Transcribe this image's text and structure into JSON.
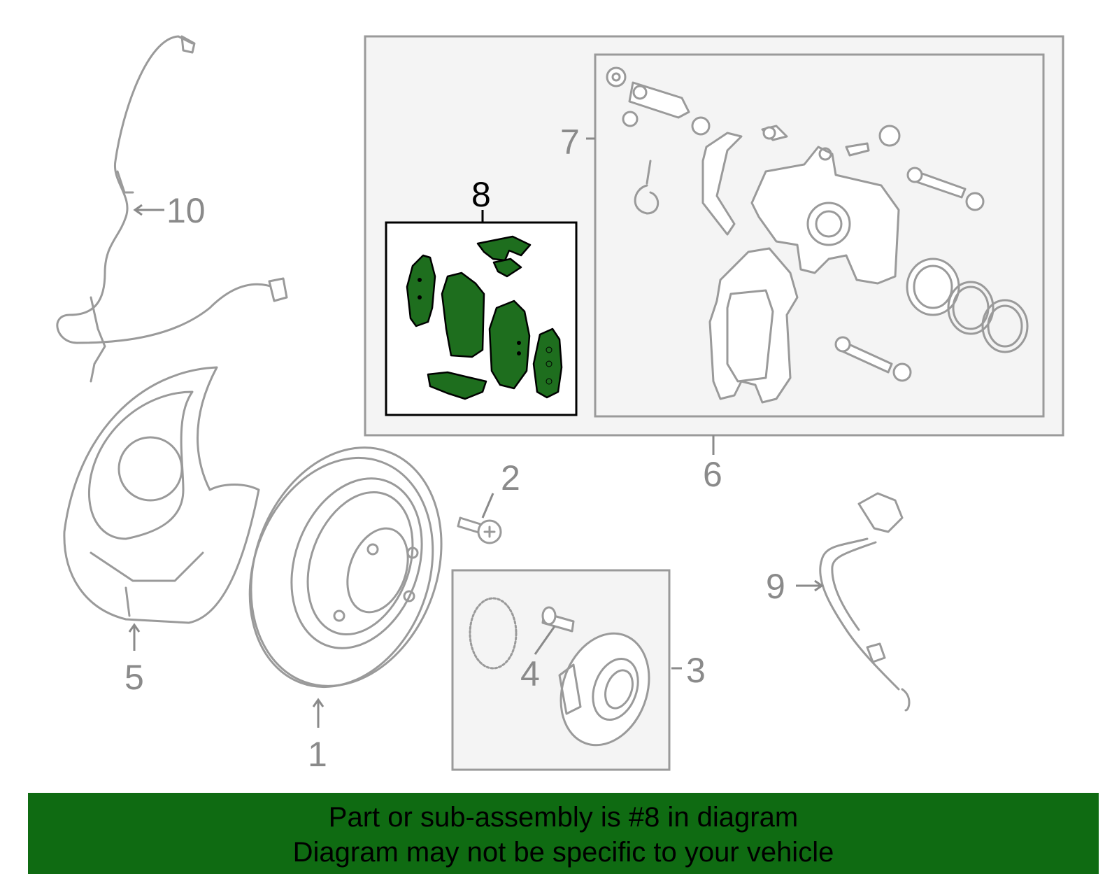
{
  "callouts": {
    "c1": "1",
    "c2": "2",
    "c3": "3",
    "c4": "4",
    "c5": "5",
    "c6": "6",
    "c7": "7",
    "c8": "8",
    "c9": "9",
    "c10": "10"
  },
  "banner": {
    "line1": "Part or sub-assembly is #8 in diagram",
    "line2": "Diagram may not be specific to your vehicle"
  },
  "colors": {
    "highlight": "#1e6e1e",
    "banner": "#0f6b12",
    "line": "#9a9a9a"
  }
}
